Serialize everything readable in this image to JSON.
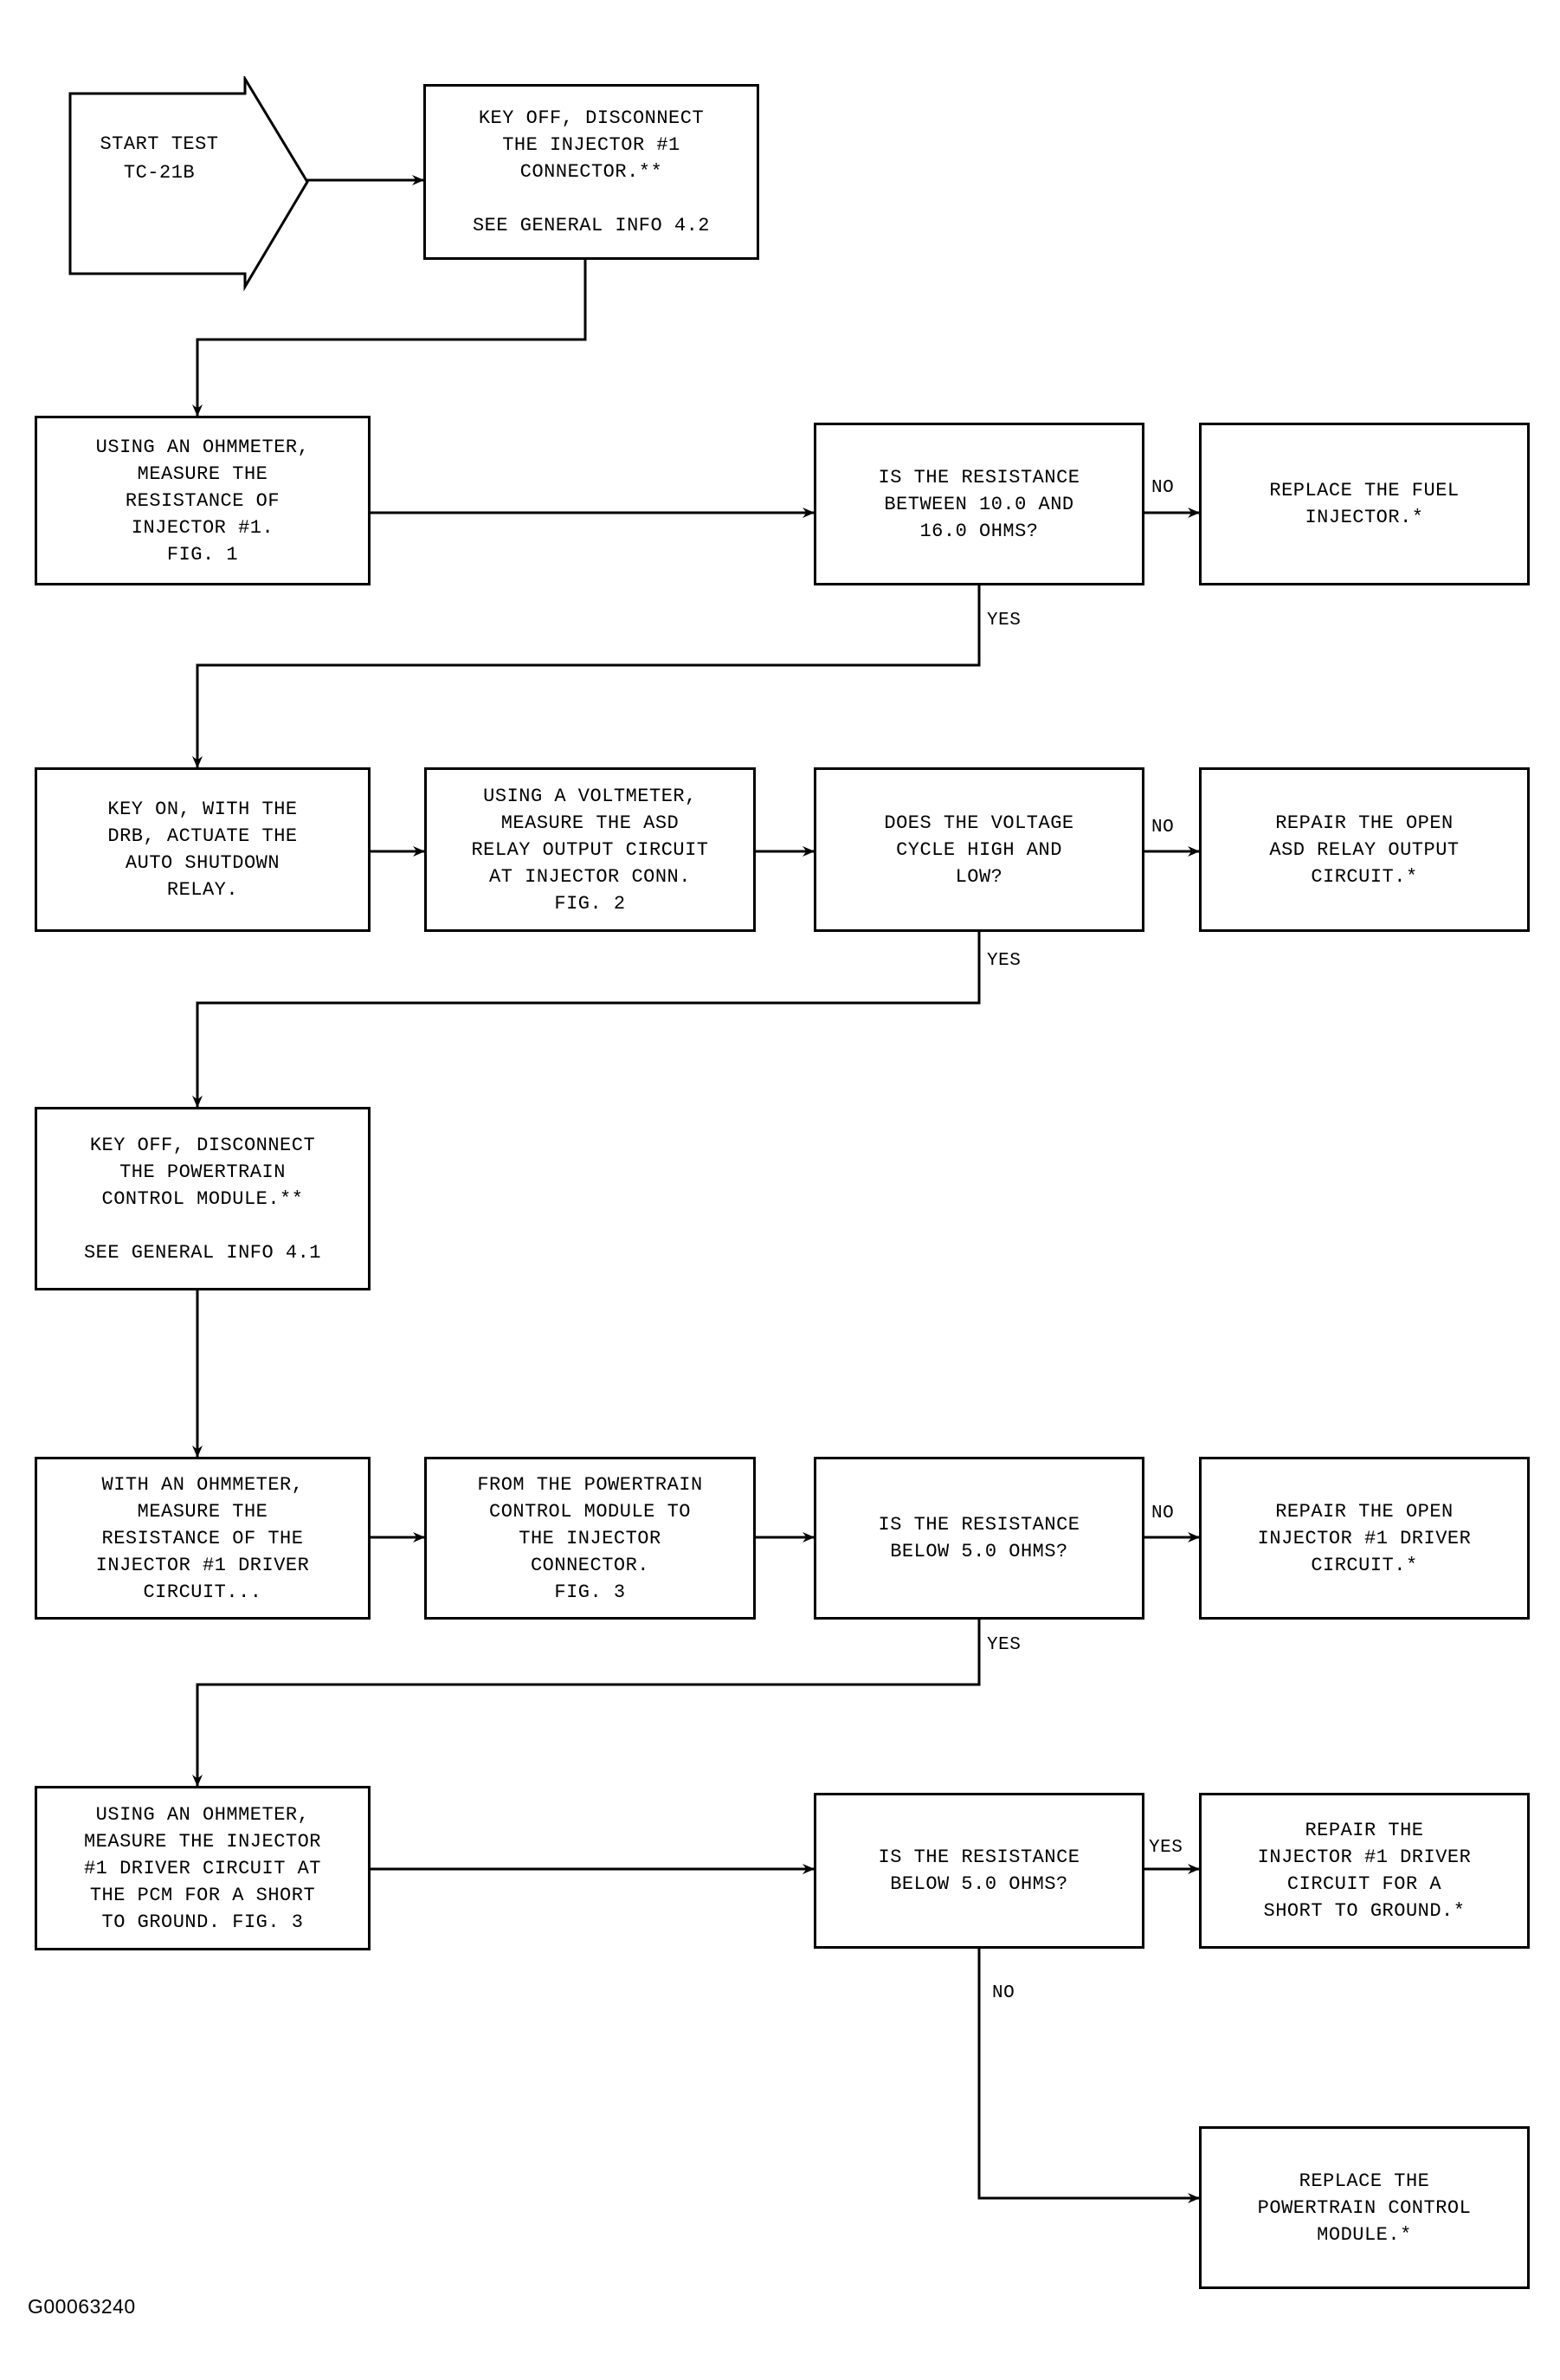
{
  "document": {
    "footer_id": "G00063240",
    "ink_color": "#000000",
    "page_color": "#ffffff"
  },
  "diagram": {
    "type": "flowchart",
    "title": "START TEST TC-21B",
    "start": {
      "shape": "arrow-pentagon",
      "label": "START TEST\nTC-21B"
    },
    "nodes": [
      {
        "id": "n1",
        "kind": "process",
        "text": "KEY OFF, DISCONNECT\nTHE INJECTOR #1\nCONNECTOR.**\n\nSEE GENERAL INFO 4.2"
      },
      {
        "id": "n2",
        "kind": "process",
        "text": "USING AN OHMMETER,\nMEASURE THE\nRESISTANCE OF\nINJECTOR #1.\nFIG. 1"
      },
      {
        "id": "n3",
        "kind": "decision",
        "text": "IS THE RESISTANCE\nBETWEEN 10.0 AND\n16.0 OHMS?"
      },
      {
        "id": "n4",
        "kind": "terminal",
        "text": "REPLACE THE FUEL\nINJECTOR.*"
      },
      {
        "id": "n5",
        "kind": "process",
        "text": "KEY ON, WITH THE\nDRB, ACTUATE THE\nAUTO SHUTDOWN\nRELAY."
      },
      {
        "id": "n6",
        "kind": "process",
        "text": "USING A VOLTMETER,\nMEASURE THE ASD\nRELAY OUTPUT CIRCUIT\nAT INJECTOR CONN.\nFIG. 2"
      },
      {
        "id": "n7",
        "kind": "decision",
        "text": "DOES THE VOLTAGE\nCYCLE HIGH AND\nLOW?"
      },
      {
        "id": "n8",
        "kind": "terminal",
        "text": "REPAIR THE OPEN\nASD RELAY OUTPUT\nCIRCUIT.*"
      },
      {
        "id": "n9",
        "kind": "process",
        "text": "KEY OFF, DISCONNECT\nTHE POWERTRAIN\nCONTROL MODULE.**\n\nSEE GENERAL INFO 4.1"
      },
      {
        "id": "n10",
        "kind": "process",
        "text": "WITH AN OHMMETER,\nMEASURE THE\nRESISTANCE OF THE\nINJECTOR #1 DRIVER\nCIRCUIT..."
      },
      {
        "id": "n11",
        "kind": "process",
        "text": "FROM THE POWERTRAIN\nCONTROL MODULE TO\nTHE INJECTOR\nCONNECTOR.\nFIG. 3"
      },
      {
        "id": "n12",
        "kind": "decision",
        "text": "IS THE RESISTANCE\nBELOW 5.0 OHMS?"
      },
      {
        "id": "n13",
        "kind": "terminal",
        "text": "REPAIR THE OPEN\nINJECTOR #1 DRIVER\nCIRCUIT.*"
      },
      {
        "id": "n14",
        "kind": "process",
        "text": "USING AN OHMMETER,\nMEASURE THE INJECTOR\n#1 DRIVER CIRCUIT AT\nTHE PCM FOR A SHORT\nTO GROUND. FIG. 3"
      },
      {
        "id": "n15",
        "kind": "decision",
        "text": "IS THE RESISTANCE\nBELOW 5.0 OHMS?"
      },
      {
        "id": "n16",
        "kind": "terminal",
        "text": "REPAIR THE\nINJECTOR #1 DRIVER\nCIRCUIT FOR A\nSHORT TO GROUND.*"
      },
      {
        "id": "n17",
        "kind": "terminal",
        "text": "REPLACE THE\nPOWERTRAIN CONTROL\nMODULE.*"
      }
    ],
    "edge_labels": {
      "no_1": "NO",
      "yes_1": "YES",
      "no_2": "NO",
      "yes_2": "YES",
      "no_3": "NO",
      "yes_3": "YES",
      "yes_4": "YES",
      "no_4": "NO"
    }
  }
}
